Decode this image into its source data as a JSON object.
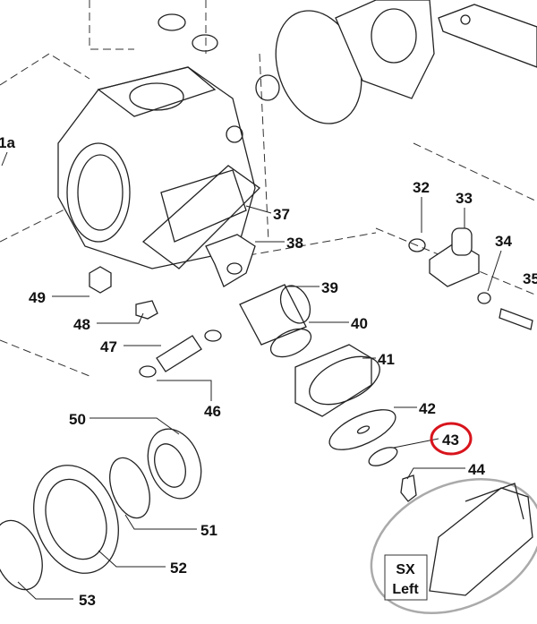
{
  "diagram": {
    "labels": {
      "p1a": "1a",
      "p32": "32",
      "p33": "33",
      "p34": "34",
      "p35": "35",
      "p37": "37",
      "p38": "38",
      "p39": "39",
      "p40": "40",
      "p41": "41",
      "p42": "42",
      "p43": "43",
      "p44": "44",
      "p46": "46",
      "p47": "47",
      "p48": "48",
      "p49": "49",
      "p50": "50",
      "p51": "51",
      "p52": "52",
      "p53": "53"
    },
    "highlighted_part": "43",
    "highlight_color": "#d8141c",
    "inset": {
      "line1": "SX",
      "line2": "Left"
    }
  }
}
